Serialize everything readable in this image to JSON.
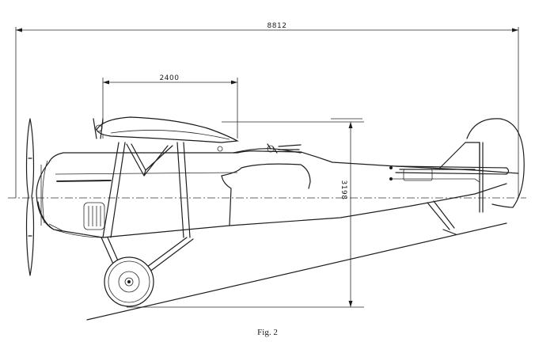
{
  "figure": {
    "caption": "Fig. 2",
    "dimensions": {
      "overall_length": "8812",
      "wing_chord": "2400",
      "height": "3198"
    }
  }
}
